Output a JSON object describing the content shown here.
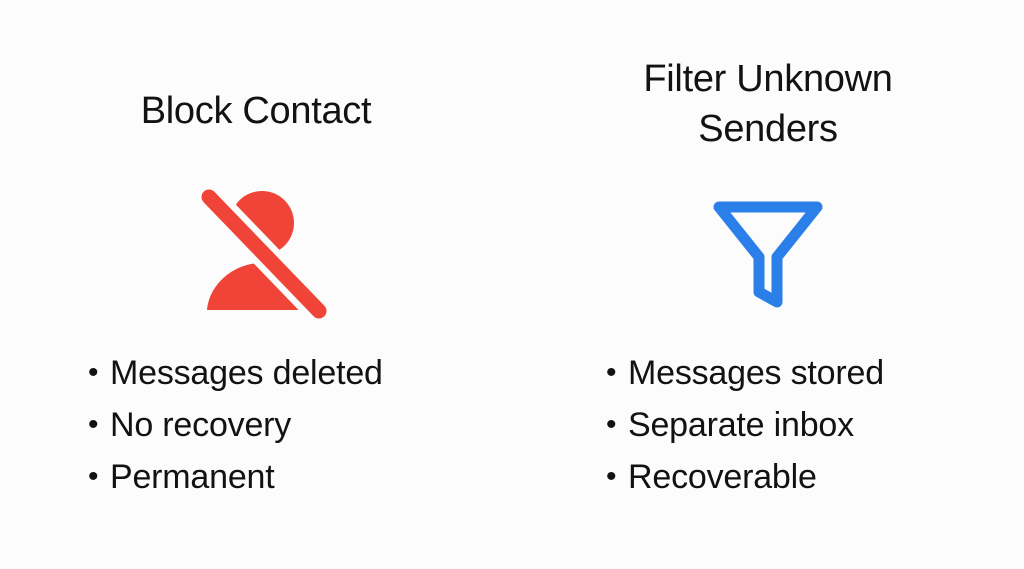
{
  "background_color": "#fcfcfc",
  "text_color": "#121212",
  "columns": [
    {
      "id": "block-contact",
      "title": "Block Contact",
      "icon": {
        "name": "person-blocked-icon",
        "color": "#f04438",
        "description": "filled person silhouette with diagonal slash"
      },
      "bullet_glyph": "•",
      "bullets": [
        "Messages deleted",
        "No recovery",
        "Permanent"
      ]
    },
    {
      "id": "filter-unknown-senders",
      "title": "Filter Unknown\nSenders",
      "icon": {
        "name": "funnel-filter-icon",
        "color": "#2b7fe8",
        "description": "outlined funnel / filter shape with rounded corners"
      },
      "bullet_glyph": "•",
      "bullets": [
        "Messages stored",
        "Separate inbox",
        "Recoverable"
      ]
    }
  ]
}
